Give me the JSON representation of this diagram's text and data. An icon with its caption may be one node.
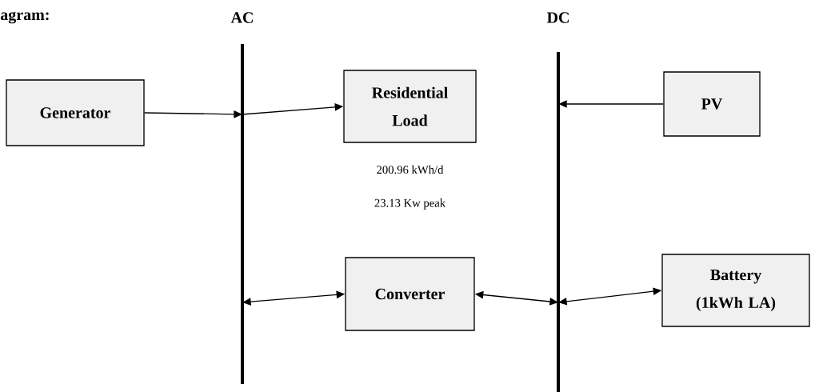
{
  "diagram": {
    "title": "agram:",
    "nodes": [
      {
        "text": [
          "Generator"
        ]
      },
      {
        "text": [
          "AC"
        ]
      },
      {
        "text": [
          "Residential Load"
        ],
        "beside": [
          "200.96 kWh/d",
          "23.13 Kw peak"
        ]
      },
      {
        "text": [
          "DC"
        ]
      },
      {
        "text": [
          "PV"
        ]
      },
      {
        "text": [
          "Converter"
        ]
      },
      {
        "text": [
          "Battery (1kWh LA)"
        ]
      }
    ],
    "edges": [
      {
        "from": 0,
        "to": 1,
        "arrow": "to"
      },
      {
        "from": 1,
        "to": 2,
        "arrow": "to"
      },
      {
        "from": 4,
        "to": 3,
        "arrow": "to"
      },
      {
        "from": 1,
        "to": 5,
        "arrow": "both"
      },
      {
        "from": 5,
        "to": 3,
        "arrow": "both"
      },
      {
        "from": 3,
        "to": 6,
        "arrow": "both"
      }
    ]
  }
}
